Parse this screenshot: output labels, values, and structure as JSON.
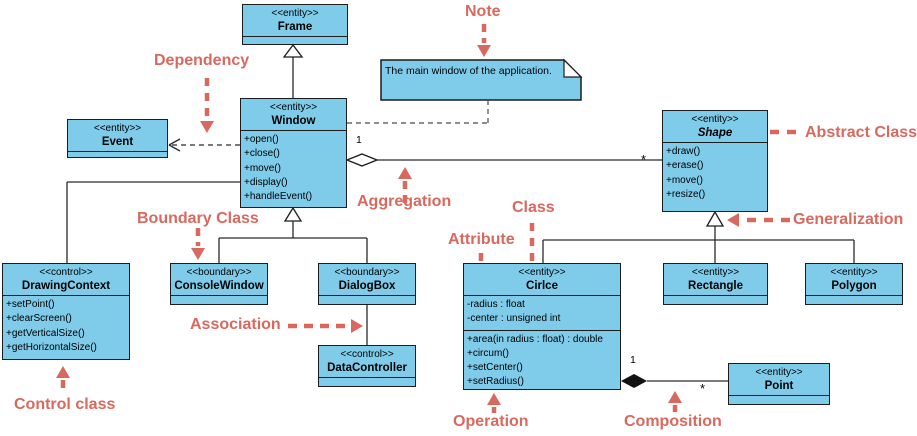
{
  "colors": {
    "class_fill": "#7FCBEA",
    "class_border": "#1c1c1c",
    "annotation_red": "#D9695F",
    "connector": "#2b2b2b"
  },
  "classes": {
    "frame": {
      "stereotype": "<<entity>>",
      "name": "Frame"
    },
    "window": {
      "stereotype": "<<entity>>",
      "name": "Window",
      "operations": [
        "+open()",
        "+close()",
        "+move()",
        "+display()",
        "+handleEvent()"
      ]
    },
    "event": {
      "stereotype": "<<entity>>",
      "name": "Event"
    },
    "shape": {
      "stereotype": "<<entity>>",
      "name": "Shape",
      "abstract": true,
      "operations": [
        "+draw()",
        "+erase()",
        "+move()",
        "+resize()"
      ]
    },
    "drawing_context": {
      "stereotype": "<<control>>",
      "name": "DrawingContext",
      "operations": [
        "+setPoint()",
        "+clearScreen()",
        "+getVerticalSize()",
        "+getHorizontalSize()"
      ]
    },
    "console_window": {
      "stereotype": "<<boundary>>",
      "name": "ConsoleWindow"
    },
    "dialog_box": {
      "stereotype": "<<boundary>>",
      "name": "DialogBox"
    },
    "data_controller": {
      "stereotype": "<<control>>",
      "name": "DataController"
    },
    "circle": {
      "stereotype": "<<entity>>",
      "name": "Cirlce",
      "attributes": [
        "-radius : float",
        "-center : unsigned int"
      ],
      "operations": [
        "+area(in radius : float) : double",
        "+circum()",
        "+setCenter()",
        "+setRadius()"
      ]
    },
    "rectangle": {
      "stereotype": "<<entity>>",
      "name": "Rectangle"
    },
    "polygon": {
      "stereotype": "<<entity>>",
      "name": "Polygon"
    },
    "point": {
      "stereotype": "<<entity>>",
      "name": "Point"
    }
  },
  "note": {
    "text": "The main window of the application."
  },
  "annotations": {
    "note": "Note",
    "dependency": "Dependency",
    "boundary_class": "Boundary Class",
    "aggregation": "Aggregation",
    "association": "Association",
    "class_label": "Class",
    "attribute": "Attribute",
    "abstract_class": "Abstract Class",
    "generalization": "Generalization",
    "operation": "Operation",
    "composition": "Composition",
    "control_class": "Control class"
  },
  "multiplicity": {
    "agg_one": "1",
    "agg_many": "*",
    "comp_one": "1",
    "comp_many": "*"
  }
}
